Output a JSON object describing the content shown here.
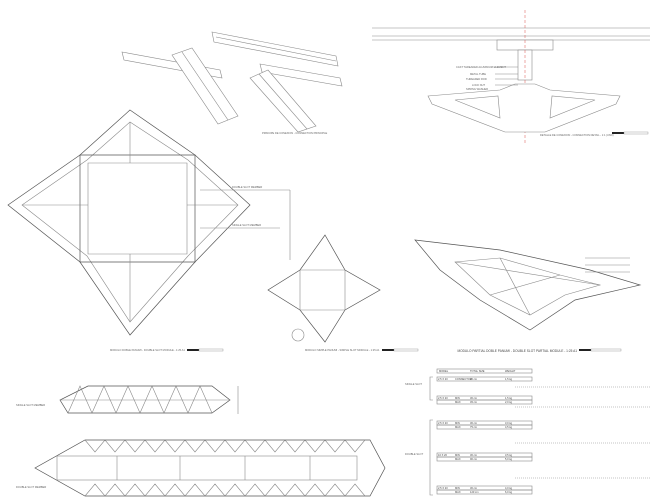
{
  "titles": {
    "connection_principle": "PRINCIPE DE CONEXION - CONNECTION PRINCIPLE",
    "connection_detail": "DETALLE DE CONEXION - CONNECTION DETAIL - 1:1 (UNO)",
    "double_module": "MODULO DOBLE PANUMI - DOUBLE SLOT MODULE - 1:25 A1",
    "single_module": "MODULO SIMPLE PANUMI - SIMPLE SLOT MODULE - 1:25 A1",
    "partial_module": "MODULO PARTIAL DOBLE PANUMI - DOUBLE SLOT PARTIAL MODULE - 1:25 A1",
    "single_member": "SINGLE SLOT MEMBER",
    "double_member": "DOUBLE SLOT MEMBER"
  },
  "detail_callouts": [
    "CAST THREADED ALUMINIUM ELEMENT",
    "METAL TUBE",
    "THREADED ROD",
    "LOCK NUT",
    "SPRING WASHER"
  ],
  "table": {
    "headers": [
      "MODEL",
      "",
      "TOTAL SIZE",
      "WEIGHT"
    ],
    "groups": [
      {
        "label": "SINGLE SLOT",
        "rows": [
          [
            "2,5 X 20",
            "CONNECTOR",
            "30 cm",
            "1,5 kg"
          ],
          [
            "2,5 X 20",
            "MIN",
            "30 cm",
            "1,5 kg"
          ],
          [
            "",
            "MAX",
            "45 cm",
            "2,0 kg"
          ]
        ]
      },
      {
        "label": "DOUBLE SLOT",
        "rows": [
          [
            "2,5 X 20",
            "MIN",
            "30 cm",
            "3,0 kg"
          ],
          [
            "",
            "MAX",
            "75 cm",
            "4,5 kg"
          ],
          [
            "10 X 20",
            "MIN",
            "30 cm",
            "3,5 kg"
          ],
          [
            "",
            "MAX",
            "90 cm",
            "5,0 kg"
          ],
          [
            "2,5 X 20",
            "MIN",
            "30 cm",
            "4,0 kg"
          ],
          [
            "",
            "MAX",
            "120 cm",
            "6,0 kg"
          ]
        ]
      }
    ]
  }
}
